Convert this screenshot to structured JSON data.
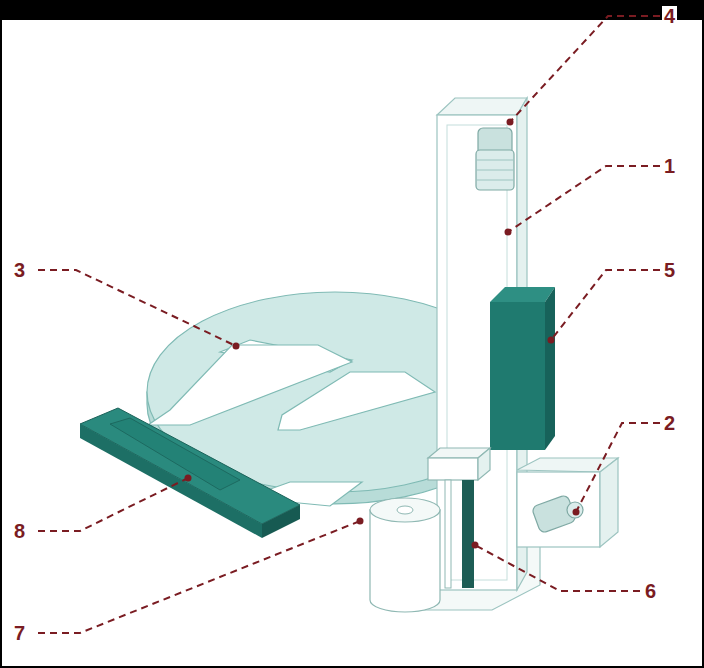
{
  "diagram": {
    "labels": [
      "4",
      "1",
      "3",
      "5",
      "2",
      "8",
      "6",
      "7"
    ]
  }
}
